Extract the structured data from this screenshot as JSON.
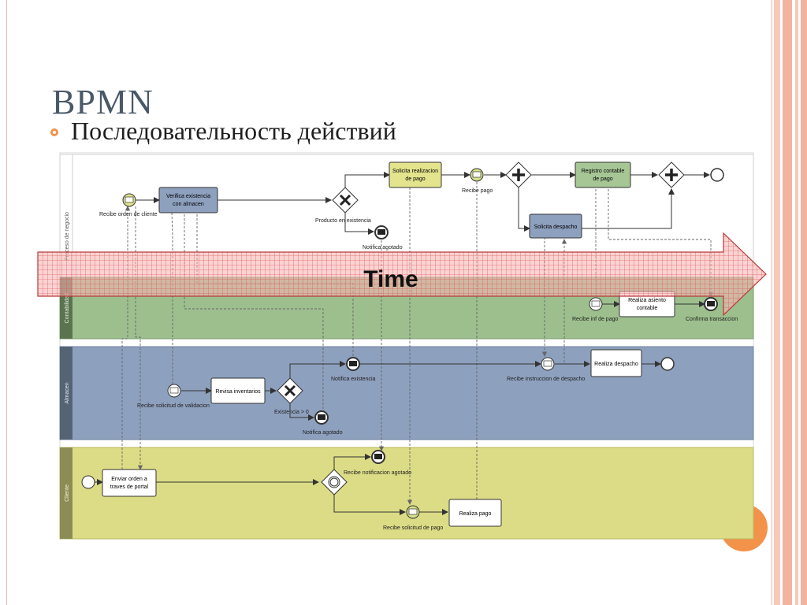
{
  "slide": {
    "title": "BPMN",
    "bullet": "Последовательность действий"
  },
  "colors": {
    "accent": "#f3934a",
    "lane_top": "#ffffff",
    "lane_contabilidad": "#9dbf8e",
    "lane_almacen": "#8da0be",
    "lane_cliente": "#dcdc86",
    "task_blue": "#8da0be",
    "task_yellow": "#e3e48c",
    "task_green": "#a6c696",
    "time_arrow": "#e05a5a"
  },
  "lanes": {
    "proceso": "Proceso de negocio",
    "contabilidad": "Contabilidad",
    "almacen": "Almacen",
    "cliente": "Cliente"
  },
  "tasks": {
    "verifica": [
      "Verifica existencia",
      "con almacen"
    ],
    "solicita_pago": [
      "Solicita realizacion",
      "de pago"
    ],
    "registro": [
      "Registro contable",
      "de pago"
    ],
    "solicita_despacho": [
      "Solicita despacho"
    ],
    "asiento": [
      "Realiza asiento",
      "contable"
    ],
    "revisa": [
      "Revisa inventarios"
    ],
    "despacho": [
      "Realiza despacho"
    ],
    "enviar": [
      "Enviar orden a",
      "traves de portal"
    ],
    "pago": [
      "Realiza pago"
    ]
  },
  "labels": {
    "recibe_orden": "Recibe orden de cliente",
    "producto_existencia": "Producto en existencia",
    "notifica_agotado_top": "Notifica agotado",
    "recibe_pago": "Recibe pago",
    "recibe_inf_pago": "Recibe inf de pago",
    "confirma": "Confirma transaccion",
    "notifica_existencia": "Notifica existencia",
    "recibe_instruccion": "Recibe instruccion de despacho",
    "recibe_solicitud_validacion": "Recibe solicitud de validacion",
    "existencia": "Existencia > 0",
    "notifica_agotado_alm": "Notifica agotado",
    "recibe_notificacion": "Recibe notificacion agotado",
    "recibe_solicitud_pago": "Recibe  solicitud de pago"
  },
  "time_arrow_label": "Time"
}
